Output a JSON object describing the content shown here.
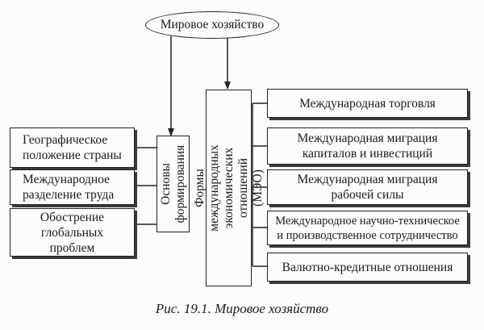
{
  "diagram": {
    "root": {
      "label": "Мировое хозяйство"
    },
    "foundations": {
      "label": "Основы\nформирования"
    },
    "forms": {
      "label": "Формы международных\nэкономических отношений (МЭО)"
    },
    "factors": [
      {
        "label": "Географическое\nположение страны"
      },
      {
        "label": "Международное\nразделение труда"
      },
      {
        "label": "Обострение\nглобальных\nпроблем"
      }
    ],
    "forms_list": [
      {
        "label": "Международная торговля"
      },
      {
        "label": "Международная миграция\nкапиталов и инвестиций"
      },
      {
        "label": "Международная миграция\nрабочей силы"
      },
      {
        "label": "Международное научно-техническое\nи производственное сотрудничество"
      },
      {
        "label": "Валютно-кредитные отношения"
      }
    ]
  },
  "caption": "Рис. 19.1.  Мировое хозяйство"
}
